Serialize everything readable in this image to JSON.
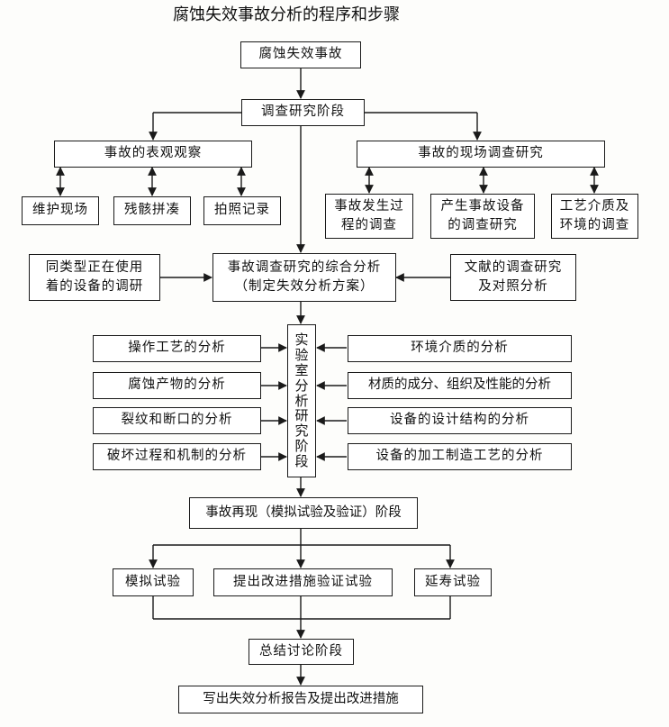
{
  "title": "腐蚀失效事故分析的程序和步骤",
  "nodes": {
    "accident": "腐蚀失效事故",
    "investigation": "调查研究阶段",
    "surface_obs": "事故的表观观察",
    "site_inv": "事故的现场调查研究",
    "protect_site": "维护现场",
    "debris": "残骸拼凑",
    "photo": "拍照记录",
    "process_inv": "事故发生过\n程的调查",
    "equipment_inv": "产生事故设备\n的调查研究",
    "medium_inv": "工艺介质及\n环境的调查",
    "similar_eq": "同类型正在使用\n着的设备的调研",
    "comprehensive": "事故调查研究的综合分析\n（制定失效分析方案）",
    "literature": "文献的调查研究\n及对照分析",
    "lab": "实\n验\n室\n分\n析\n研\n究\n阶\n段",
    "op_process": "操作工艺的分析",
    "corrosion_products": "腐蚀产物的分析",
    "crack_fracture": "裂纹和断口的分析",
    "failure_mechanism": "破坏过程和机制的分析",
    "env_medium": "环境介质的分析",
    "material": "材质的成分、组织及性能的分析",
    "design": "设备的设计结构的分析",
    "manufacturing": "设备的加工制造工艺的分析",
    "reproduction": "事故再现（模拟试验及验证）阶段",
    "simulation": "模拟试验",
    "improvement": "提出改进措施验证试验",
    "life_ext": "延寿试验",
    "summary": "总结讨论阶段",
    "report": "写出失效分析报告及提出改进措施"
  }
}
